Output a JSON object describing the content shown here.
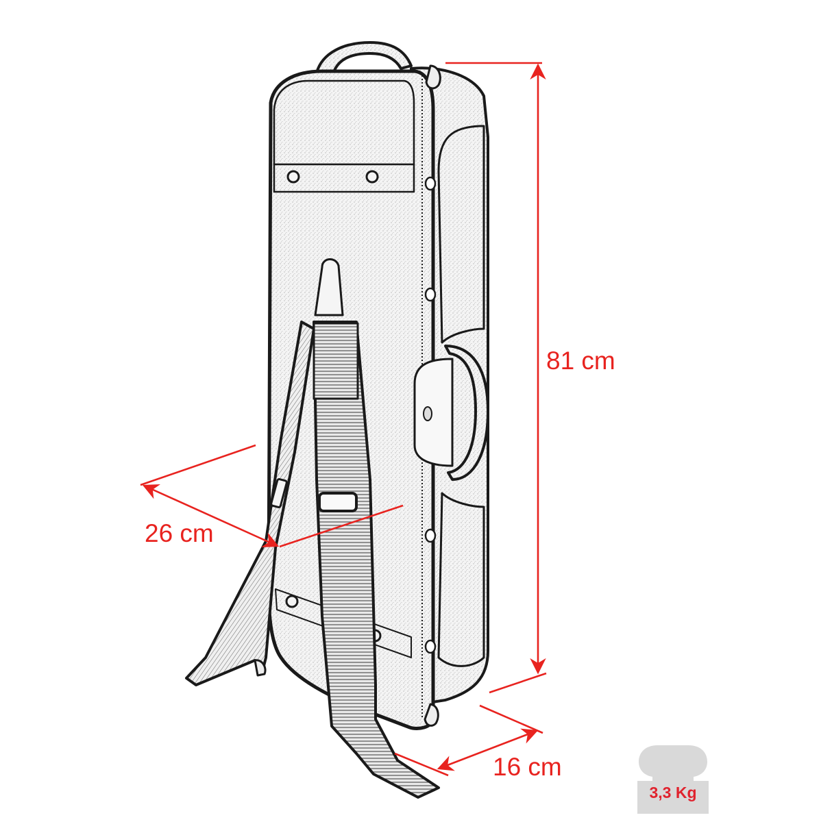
{
  "diagram": {
    "subject": "Violin case with shoulder strap (line drawing)",
    "colors": {
      "dimension_lines": "#e8231f",
      "drawing_outline": "#1a1a1a",
      "drawing_fill": "#f2f2f2",
      "weight_badge": "#d9d9d9",
      "weight_text": "#e0232e",
      "background": "#ffffff"
    },
    "dimensions": {
      "length": {
        "label": "81 cm",
        "value": 81,
        "unit": "cm"
      },
      "width": {
        "label": "26 cm",
        "value": 26,
        "unit": "cm"
      },
      "depth": {
        "label": "16 cm",
        "value": 16,
        "unit": "cm"
      }
    },
    "weight": {
      "label": "3,3 Kg",
      "value": 3.3,
      "unit": "Kg",
      "icon": "weight-icon"
    }
  }
}
